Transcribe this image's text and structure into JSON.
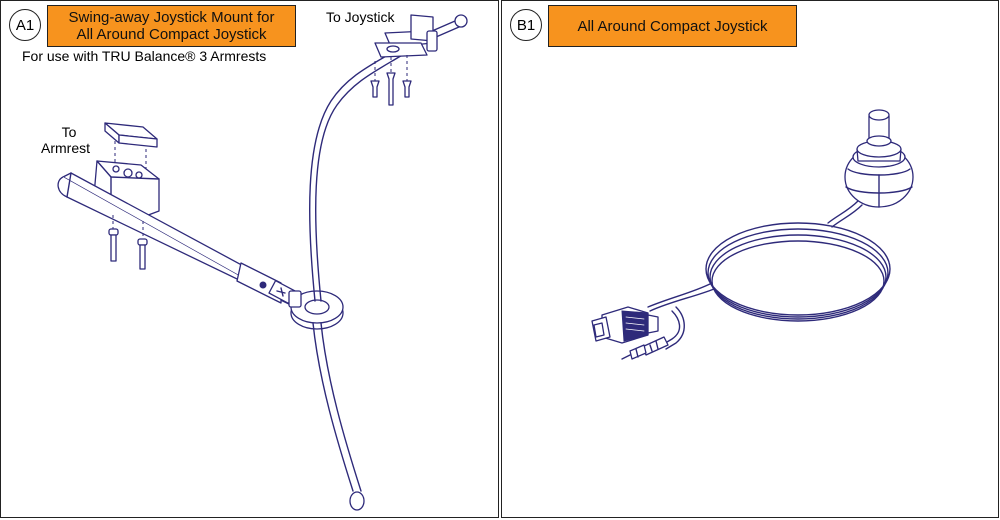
{
  "panels": [
    {
      "badge": "A1",
      "title_line1": "Swing-away Joystick Mount for",
      "title_line2": "All Around Compact Joystick",
      "subtitle": "For use with TRU Balance® 3 Armrests",
      "callouts": {
        "to_joystick": "To Joystick",
        "to_armrest_line1": "To",
        "to_armrest_line2": "Armrest"
      }
    },
    {
      "badge": "B1",
      "title_line1": "All Around Compact Joystick"
    }
  ],
  "colors": {
    "header_fill": "#f7931e",
    "line_art": "#2e2a7a"
  }
}
